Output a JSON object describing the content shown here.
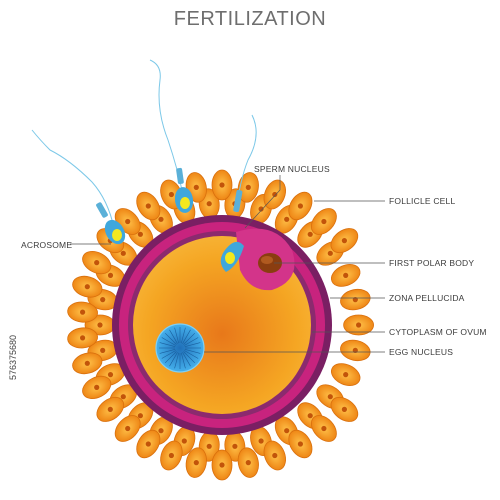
{
  "title": "FERTILIZATION",
  "labels": {
    "sperm_nucleus": "SPERM NUCLEUS",
    "follicle_cell": "FOLLICLE CELL",
    "acrosome": "ACROSOME",
    "first_polar_body": "FIRST POLAR BODY",
    "zona_pellucida": "ZONA PELLUCIDA",
    "cytoplasm_of_ovum": "CYTOPLASM OF OVUM",
    "egg_nucleus": "EGG NUCLEUS"
  },
  "stock_id": "576375680",
  "colors": {
    "follicle": "#f39a1e",
    "zona": "#8b2a6e",
    "membrane": "#c8237e",
    "cytoplasm": "#f0a020",
    "nucleus": "#2d8fd6",
    "sperm_head": "#3fa7dc",
    "acrosome": "#f3e81e",
    "polar_body": "#8a3d10"
  }
}
